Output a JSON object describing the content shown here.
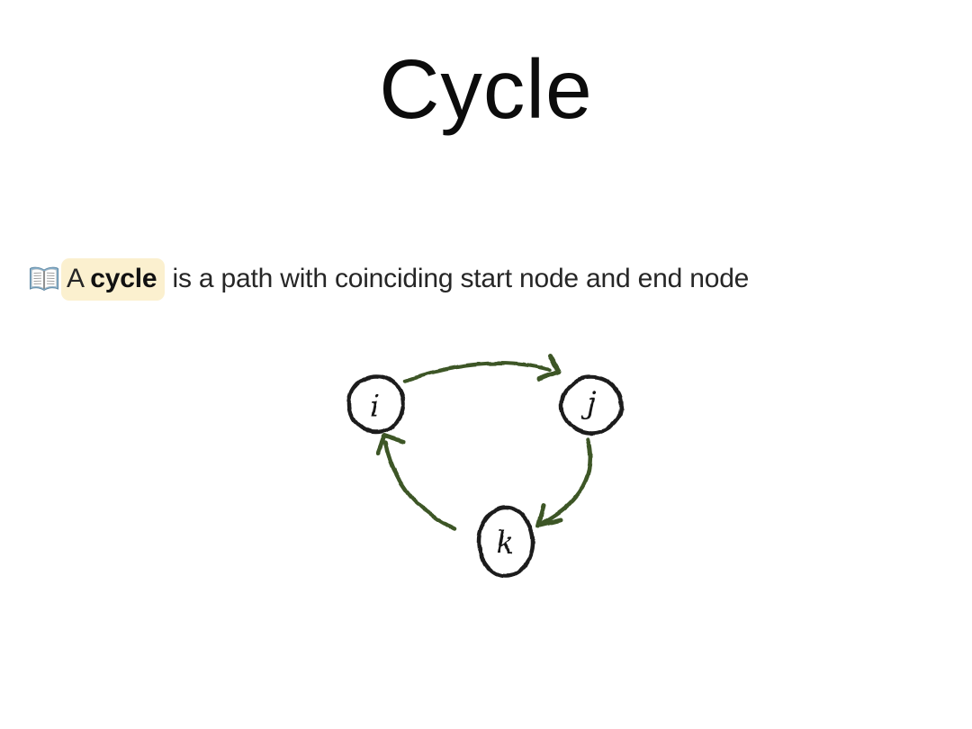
{
  "slide": {
    "title": "Cycle",
    "definition": {
      "icon": "open-book-emoji",
      "prefix": "A ",
      "term": "cycle",
      "rest": " is a path with coinciding start node and end node",
      "highlight_color": "#fbf0cf"
    },
    "diagram": {
      "type": "directed-cycle-graph",
      "nodes": [
        {
          "id": "i",
          "label": "i"
        },
        {
          "id": "j",
          "label": "j"
        },
        {
          "id": "k",
          "label": "k"
        }
      ],
      "edges": [
        {
          "from": "i",
          "to": "j"
        },
        {
          "from": "j",
          "to": "k"
        },
        {
          "from": "k",
          "to": "i"
        }
      ],
      "colors": {
        "edge": "#3d5628",
        "node_stroke": "#1a1a1a"
      }
    }
  }
}
